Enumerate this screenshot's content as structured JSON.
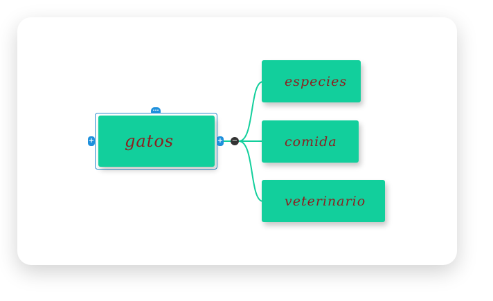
{
  "mindmap": {
    "root": {
      "label": "gatos"
    },
    "children": [
      {
        "label": "especies"
      },
      {
        "label": "comida"
      },
      {
        "label": "veterinario"
      }
    ],
    "icons": {
      "add": "plus-icon",
      "more": "ellipsis-icon",
      "collapse": "minus-icon"
    },
    "colors": {
      "node": "#12cf9c",
      "text": "#8c1f1f",
      "line": "#12cf9c",
      "selection": "#1e90dc"
    }
  }
}
